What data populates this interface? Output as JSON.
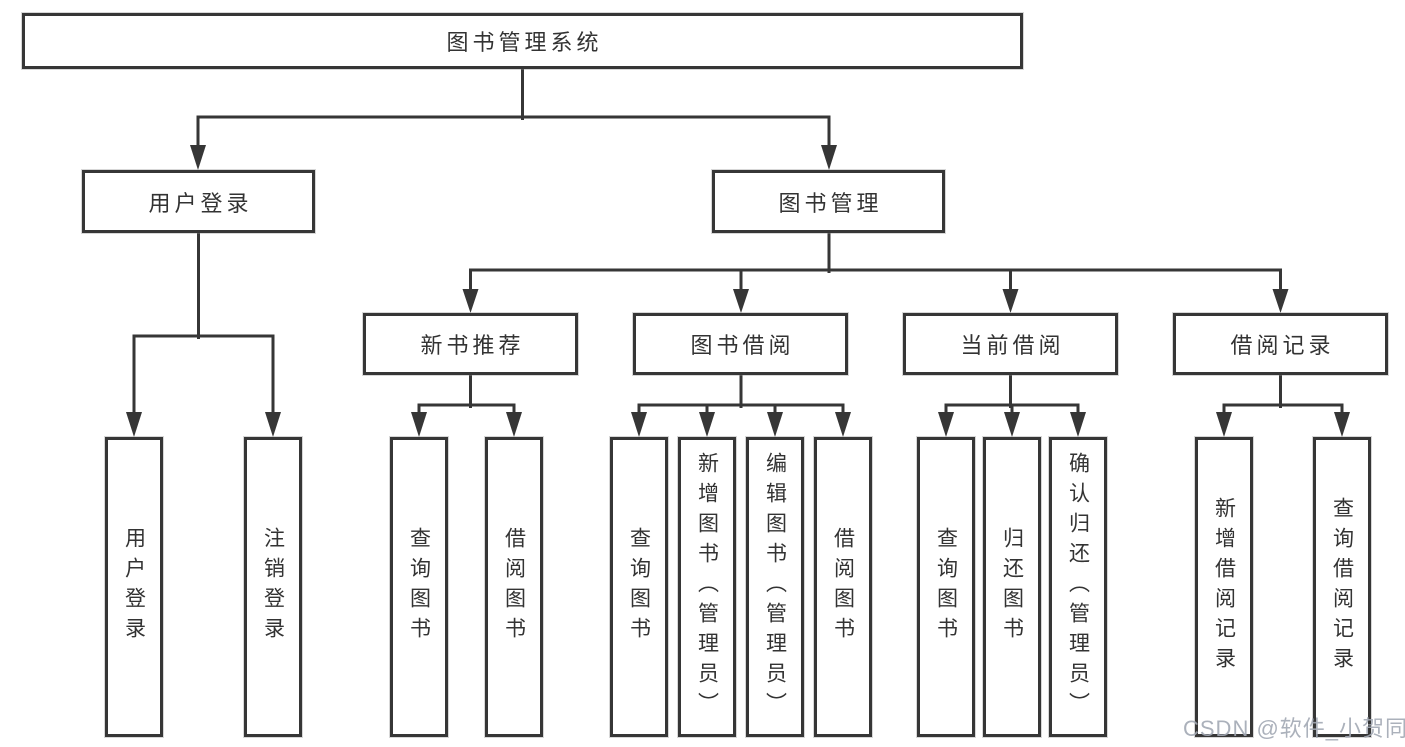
{
  "tree": {
    "root": {
      "label": "图书管理系统"
    },
    "level2": [
      {
        "label": "用户登录",
        "children": [
          {
            "label": "用户登录"
          },
          {
            "label": "注销登录"
          }
        ]
      },
      {
        "label": "图书管理"
      }
    ],
    "level3": [
      {
        "label": "新书推荐",
        "children": [
          {
            "label": "查询图书"
          },
          {
            "label": "借阅图书"
          }
        ]
      },
      {
        "label": "图书借阅",
        "children": [
          {
            "label": "查询图书"
          },
          {
            "label": "新增图书（管理员）"
          },
          {
            "label": "编辑图书（管理员）"
          },
          {
            "label": "借阅图书"
          }
        ]
      },
      {
        "label": "当前借阅",
        "children": [
          {
            "label": "查询图书"
          },
          {
            "label": "归还图书"
          },
          {
            "label": "确认归还（管理员）"
          }
        ]
      },
      {
        "label": "借阅记录",
        "children": [
          {
            "label": "新增借阅记录"
          },
          {
            "label": "查询借阅记录"
          }
        ]
      }
    ]
  },
  "watermark": {
    "text": "CSDN @软件_小贺同学"
  },
  "colors": {
    "line": "#363636",
    "text": "#333333",
    "background": "#ffffff",
    "watermark": "#a3a9b4"
  }
}
